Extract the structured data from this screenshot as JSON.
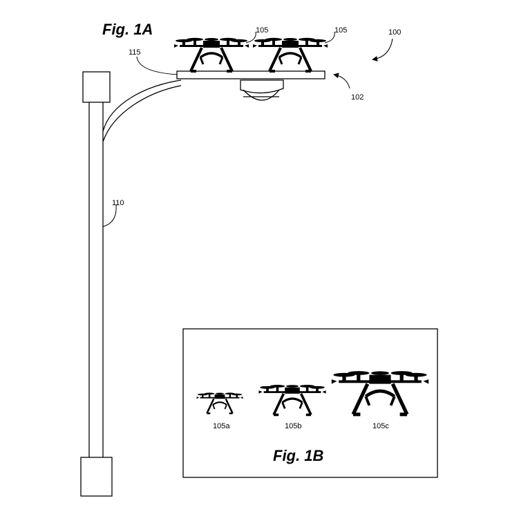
{
  "figure_1a": {
    "title": "Fig. 1A",
    "labels": {
      "system": "100",
      "platform_arrow": "102",
      "drone_left": "105",
      "drone_right": "105",
      "pole": "110",
      "platform": "115"
    }
  },
  "figure_1b": {
    "title": "Fig. 1B",
    "labels": {
      "small": "105a",
      "medium": "105b",
      "large": "105c"
    }
  }
}
